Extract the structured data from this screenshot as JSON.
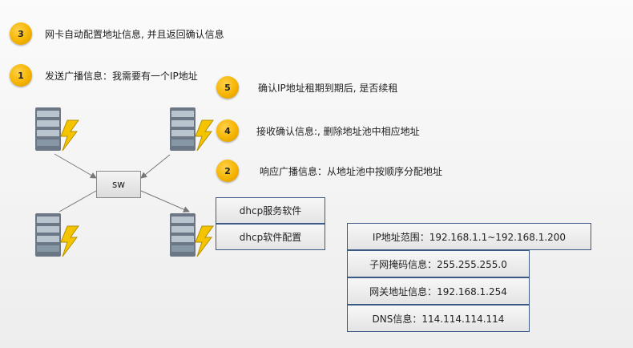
{
  "steps": [
    {
      "num": "3",
      "text": "网卡自动配置地址信息, 并且返回确认信息"
    },
    {
      "num": "1",
      "text": "发送广播信息：我需要有一个IP地址"
    },
    {
      "num": "5",
      "text": "确认IP地址租期到期后, 是否续租"
    },
    {
      "num": "4",
      "text": "接收确认信息:, 删除地址池中相应地址"
    },
    {
      "num": "2",
      "text": "响应广播信息：从地址池中按顺序分配地址"
    }
  ],
  "switch_label": "sw",
  "dhcp_boxes": [
    "dhcp服务软件",
    "dhcp软件配置"
  ],
  "config_table": [
    "IP地址范围：192.168.1.1~192.168.1.200",
    "子网掩码信息：255.255.255.0",
    "网关地址信息：192.168.1.254",
    "DNS信息：114.114.114.114"
  ]
}
